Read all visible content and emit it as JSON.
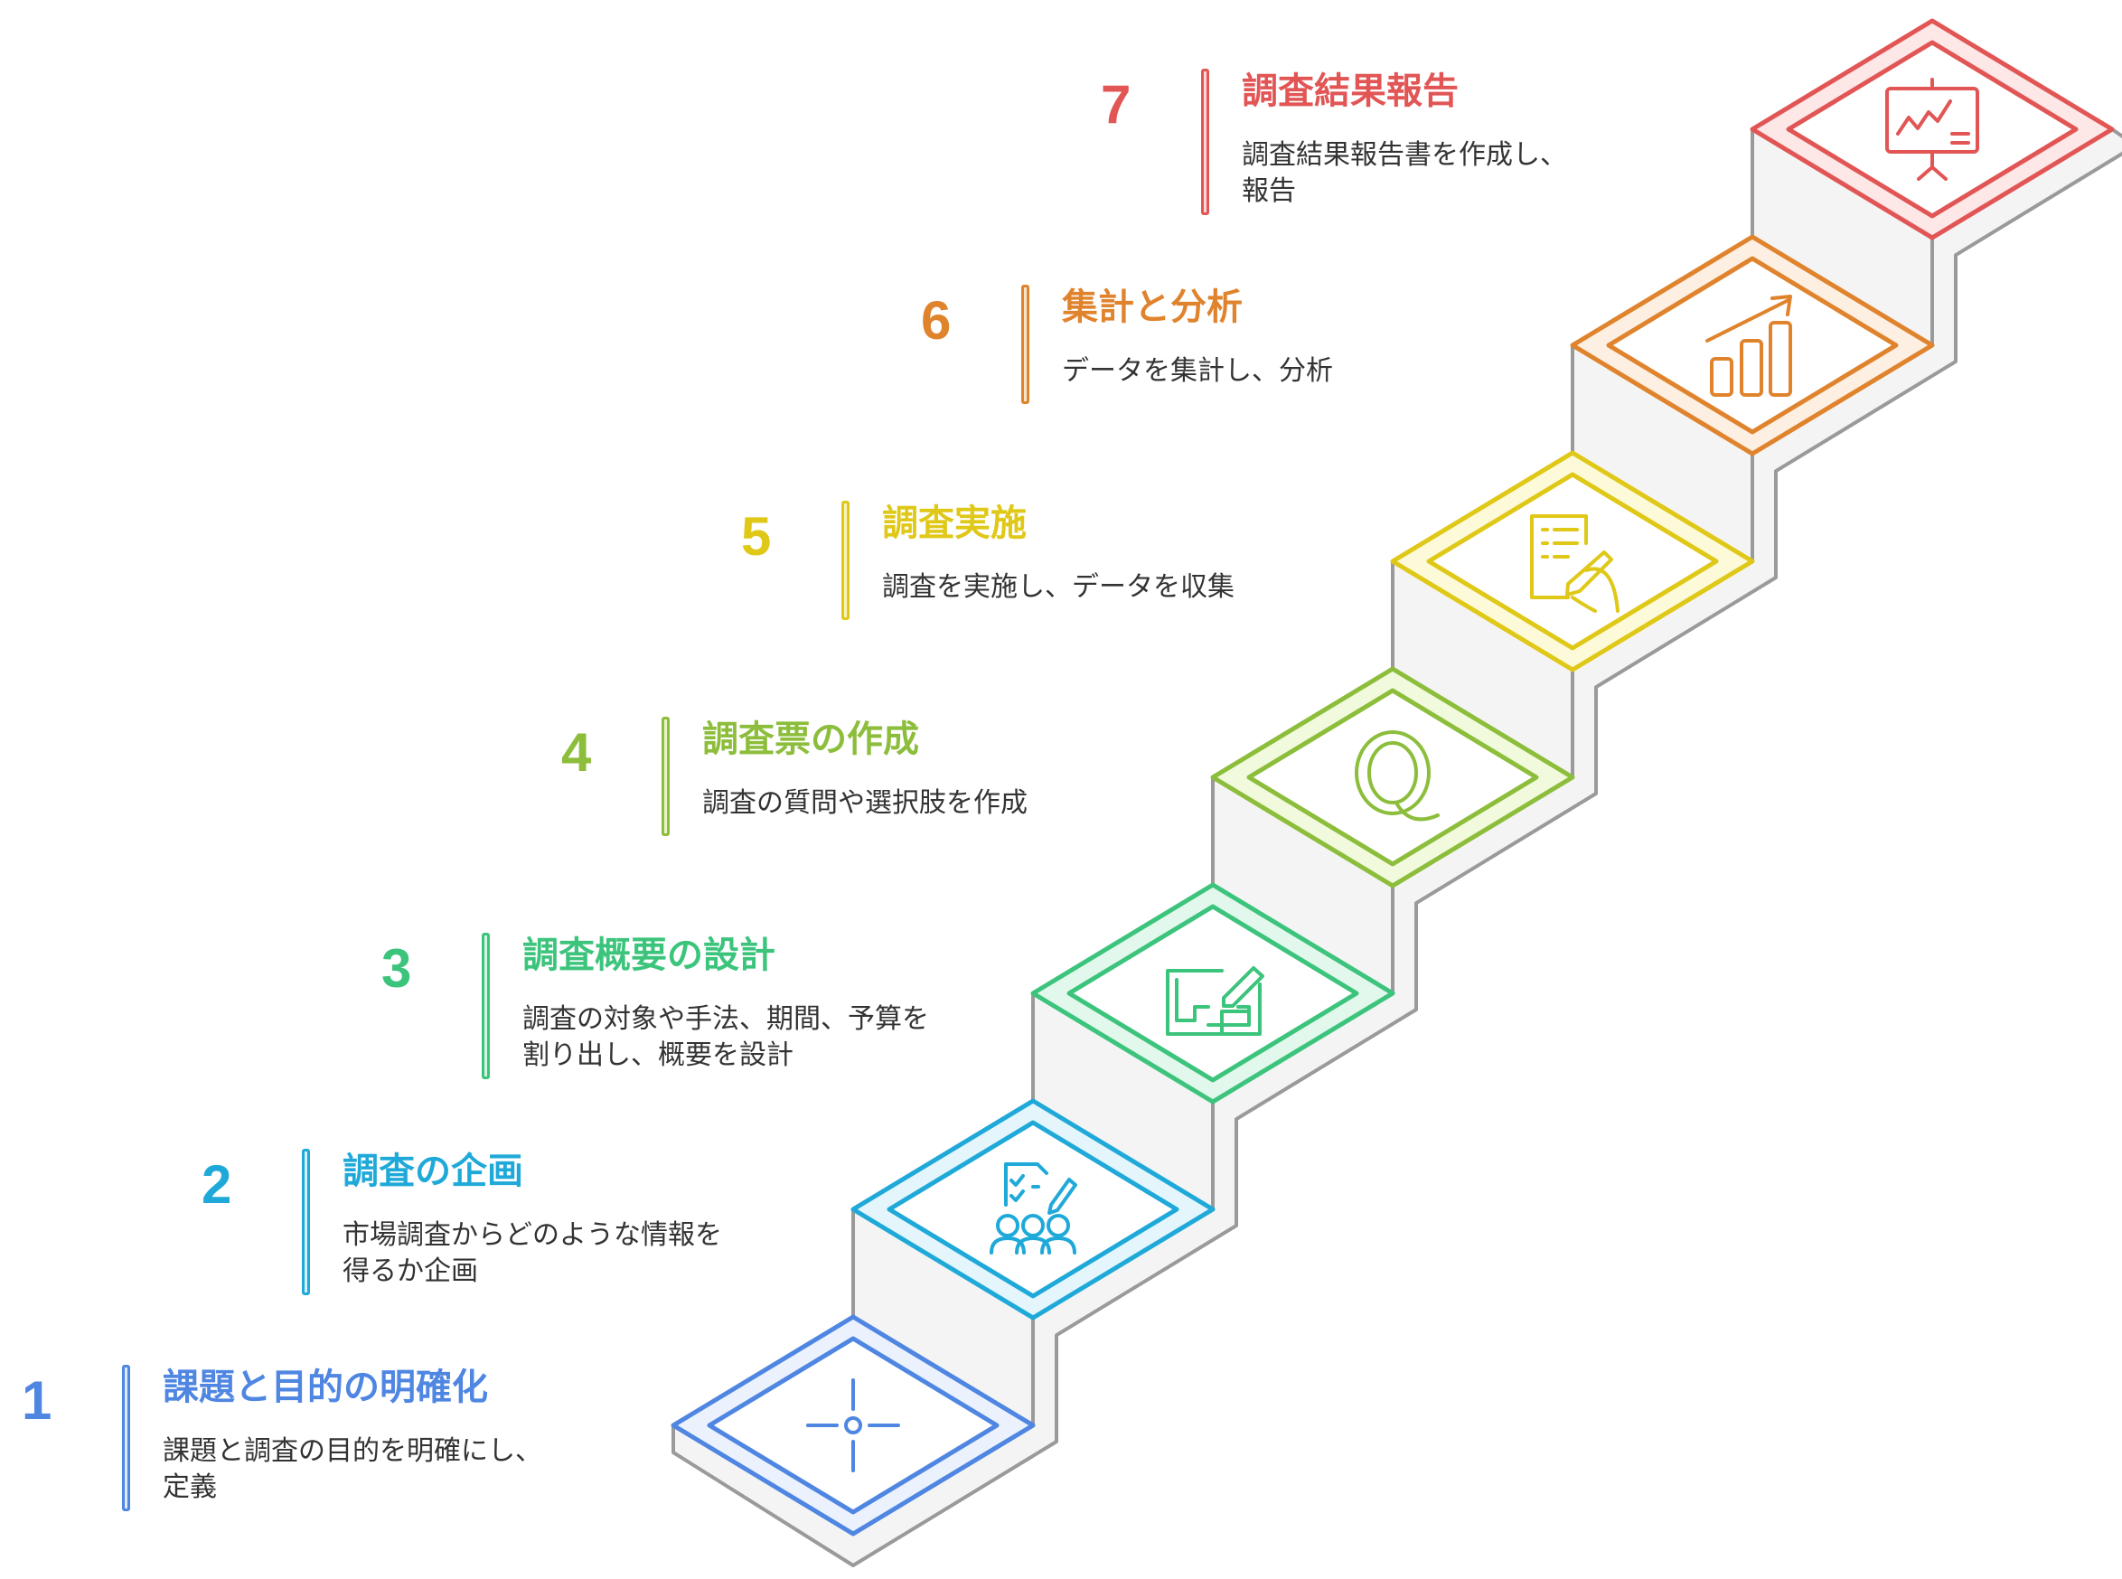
{
  "steps": [
    {
      "number": "1",
      "title": "課題と目的の明確化",
      "desc": [
        "課題と調査の目的を明確にし、",
        "定義"
      ],
      "color": "#4f86e2",
      "fill": "#ebf2fd",
      "bar_fill": "#dfe9fb",
      "icon": "crosshair-icon"
    },
    {
      "number": "2",
      "title": "調査の企画",
      "desc": [
        "市場調査からどのような情報を",
        "得るか企画"
      ],
      "color": "#1fa9d9",
      "fill": "#e4f6fc",
      "bar_fill": "#d6f0fa",
      "icon": "survey-team-icon"
    },
    {
      "number": "3",
      "title": "調査概要の設計",
      "desc": [
        "調査の対象や手法、期間、予算を",
        "割り出し、概要を設計"
      ],
      "color": "#3cc47c",
      "fill": "#e3f8ec",
      "bar_fill": "#d4f3e1",
      "icon": "blueprint-pencil-icon"
    },
    {
      "number": "4",
      "title": "調査票の作成",
      "desc": [
        "調査の質問や選択肢を作成"
      ],
      "color": "#8cbd3b",
      "fill": "#f2fadd",
      "bar_fill": "#e8f5cd",
      "icon": "question-q-icon"
    },
    {
      "number": "5",
      "title": "調査実施",
      "desc": [
        "調査を実施し、データを収集"
      ],
      "color": "#dfc817",
      "fill": "#fdfad9",
      "bar_fill": "#faf3c0",
      "icon": "writing-form-icon"
    },
    {
      "number": "6",
      "title": "集計と分析",
      "desc": [
        "データを集計し、分析"
      ],
      "color": "#e0832d",
      "fill": "#fdf0e3",
      "bar_fill": "#fbe3cc",
      "icon": "bar-chart-growth-icon"
    },
    {
      "number": "7",
      "title": "調査結果報告",
      "desc": [
        "調査結果報告書を作成し、",
        "報告"
      ],
      "color": "#e25555",
      "fill": "#fde7e7",
      "bar_fill": "#fbd6d6",
      "icon": "presentation-board-icon"
    }
  ]
}
